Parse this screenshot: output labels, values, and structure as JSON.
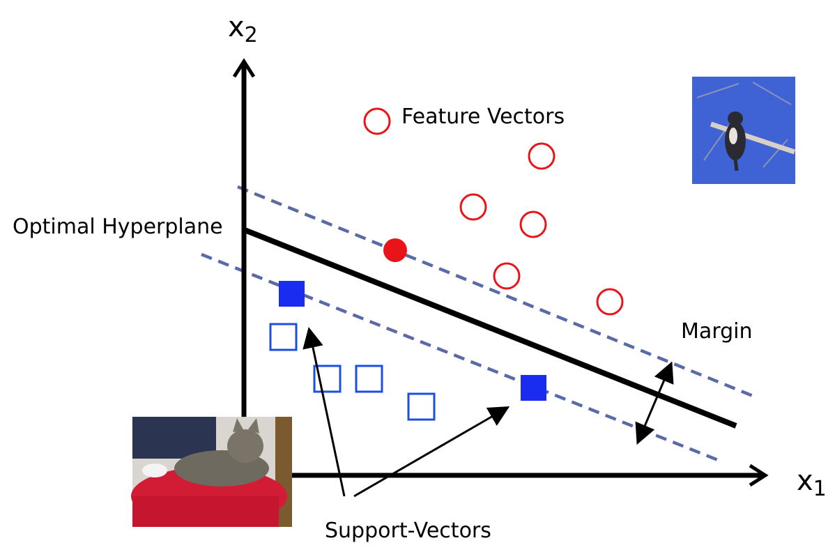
{
  "labels": {
    "x2_axis": {
      "base": "x",
      "sub": "2"
    },
    "x1_axis": {
      "base": "x",
      "sub": "1"
    },
    "feature_vectors": "Feature Vectors",
    "optimal_hyperplane": "Optimal Hyperplane",
    "margin": "Margin",
    "support_vectors": "Support-Vectors"
  },
  "colors": {
    "axis": "#000000",
    "hyperplane": "#000000",
    "margin_line": "#5a6aa8",
    "class_a": "#e8141a",
    "class_b": "#1a2cf0",
    "class_b_outline": "#1a4fe0"
  },
  "pictures": {
    "top_right": "bird-photo",
    "bottom_left": "cat-photo"
  }
}
